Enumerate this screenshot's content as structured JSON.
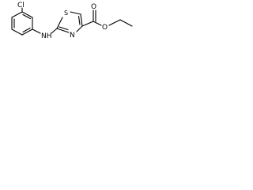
{
  "molecule": {
    "atoms": {
      "chlorine": "Cl",
      "amine": "NH",
      "thiazole_sulfur": "S",
      "thiazole_nitrogen": "N",
      "carbonyl_oxygen": "O",
      "ester_oxygen": "O"
    }
  }
}
